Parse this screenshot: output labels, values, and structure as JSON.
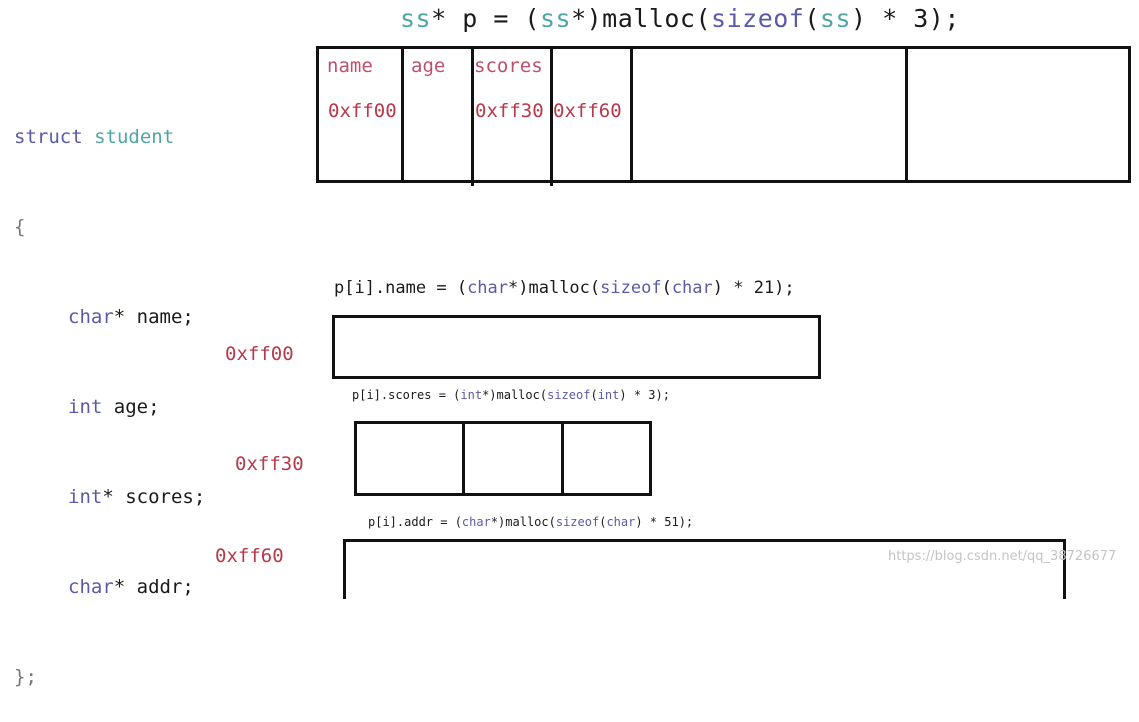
{
  "top_code": {
    "type1": "ss",
    "part1": "* p = (",
    "type2": "ss",
    "part2": "*)malloc(",
    "kw": "sizeof",
    "part3": "(",
    "type3": "ss",
    "part4": ") * 3);"
  },
  "struct_def": {
    "kw_struct": "struct",
    "name": "student",
    "open": "{",
    "fields": [
      {
        "type": "char",
        "rest": "* name;"
      },
      {
        "type": "int",
        "rest": " age;"
      },
      {
        "type": "int",
        "rest": "* scores;"
      },
      {
        "type": "char",
        "rest": "* addr;"
      }
    ],
    "close": "};"
  },
  "struct_array": {
    "labels": [
      "name",
      "age",
      "scores"
    ],
    "values": [
      "0xff00",
      "0xff30",
      "0xff60"
    ]
  },
  "name_alloc": {
    "prefix": "p[i].name = (",
    "t1": "char",
    "mid": "*)malloc(",
    "kw": "sizeof",
    "p1": "(",
    "t2": "char",
    "suffix": ") * 21);",
    "address": "0xff00"
  },
  "scores_alloc": {
    "prefix": "p[i].scores = (",
    "t1": "int",
    "mid": "*)malloc(",
    "kw": "sizeof",
    "p1": "(",
    "t2": "int",
    "suffix": ") * 3);",
    "address": "0xff30"
  },
  "addr_alloc": {
    "prefix": "p[i].addr = (",
    "t1": "char",
    "mid": "*)malloc(",
    "kw": "sizeof",
    "p1": "(",
    "t2": "char",
    "suffix": ") * 51);",
    "address": "0xff60"
  },
  "watermark": "https://blog.csdn.net/qq_38726677"
}
